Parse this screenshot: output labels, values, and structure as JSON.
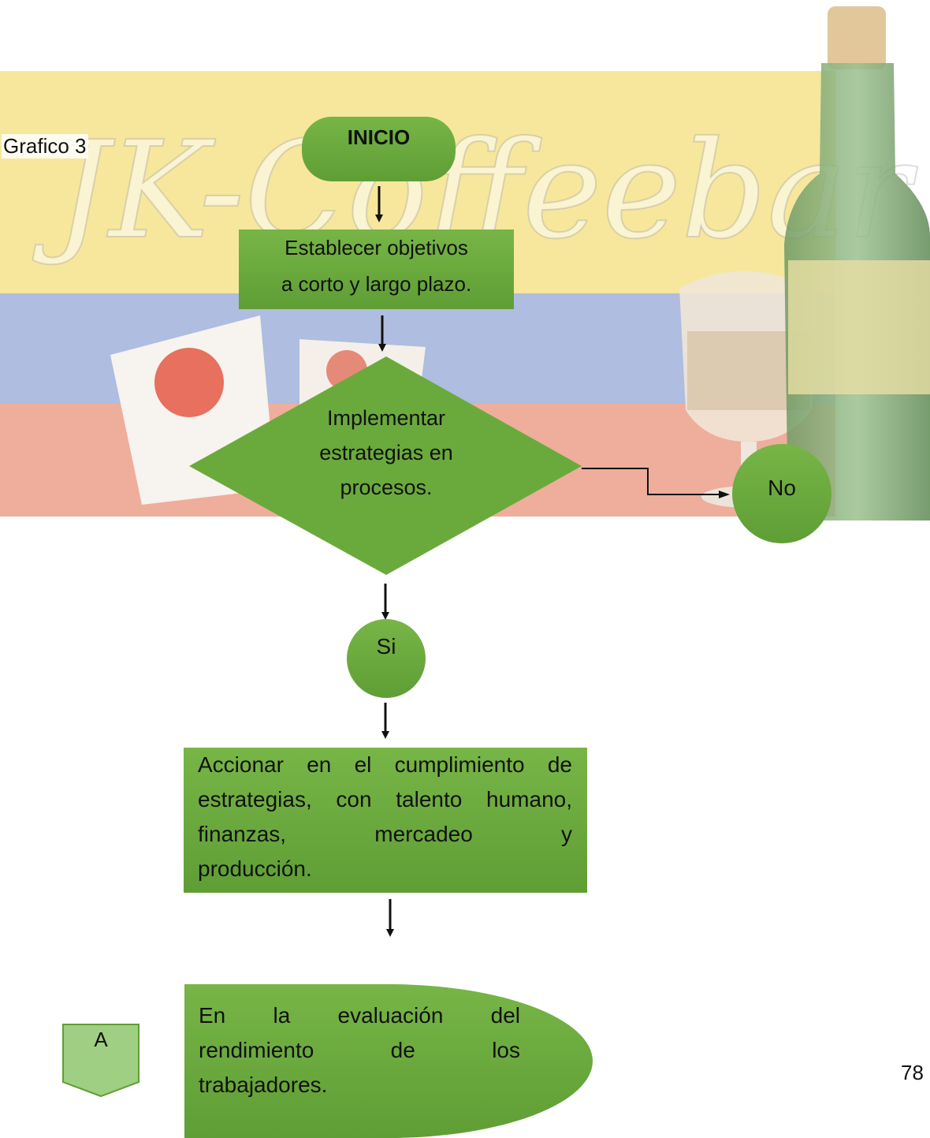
{
  "caption": "Grafico 3",
  "page_number": "78",
  "watermark": {
    "text": "JK-Coffeebar",
    "colors": {
      "yellow": "#f6e79c",
      "blue": "#a9b9de",
      "red": "#eaa996"
    }
  },
  "flow": {
    "start": "INICIO",
    "step1_lines": [
      "Establecer objetivos",
      "a corto y largo plazo."
    ],
    "decision_lines": [
      "Implementar",
      "estrategias en",
      "procesos."
    ],
    "no_label": "No",
    "yes_label": "Si",
    "step2_lines": [
      "Accionar en el cumplimiento de",
      "estrategias, con talento humano,",
      "finanzas, mercadeo y",
      "producción."
    ],
    "step3_lines": [
      "En la evaluación del",
      "rendimiento de los",
      "trabajadores."
    ],
    "connector": "A"
  },
  "colors": {
    "node_fill": "#6aaa3c",
    "connector_fill": "#9fcf82",
    "line": "#111111"
  }
}
